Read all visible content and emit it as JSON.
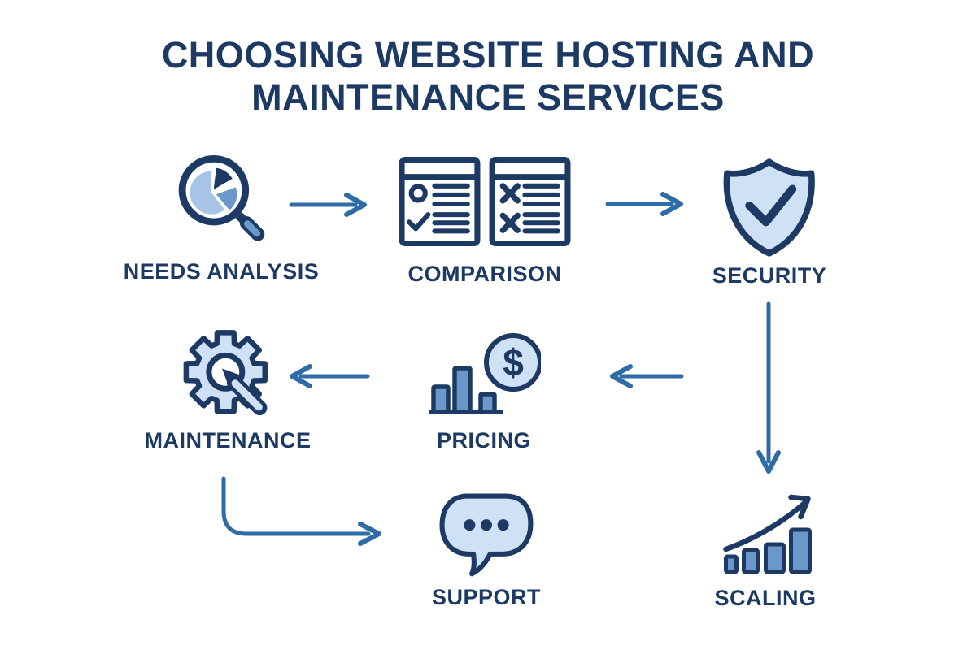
{
  "title": {
    "line1": "CHOOSING WEBSITE HOSTING AND",
    "line2": "MAINTENANCE SERVICES"
  },
  "palette": {
    "navy": "#1c3a64",
    "arrow": "#2f6ba5",
    "light_blue": "#cfe1f5",
    "pie_blue": "#a6c4e5",
    "mid_blue": "#6b98ca",
    "background": "#ffffff"
  },
  "nodes": [
    {
      "id": "needs-analysis",
      "label": "NEEDS ANALYSIS",
      "icon": "magnifier-pie-chart-icon"
    },
    {
      "id": "comparison",
      "label": "COMPARISON",
      "icon": "checklist-documents-icon"
    },
    {
      "id": "security",
      "label": "SECURITY",
      "icon": "shield-check-icon"
    },
    {
      "id": "maintenance",
      "label": "MAINTENANCE",
      "icon": "gear-tool-icon"
    },
    {
      "id": "pricing",
      "label": "PRICING",
      "icon": "bar-chart-dollar-coin-icon"
    },
    {
      "id": "support",
      "label": "SUPPORT",
      "icon": "speech-bubble-icon"
    },
    {
      "id": "scaling",
      "label": "SCALING",
      "icon": "growth-bars-arrow-icon"
    }
  ],
  "flow": {
    "connections": [
      {
        "from": "needs-analysis",
        "to": "comparison",
        "direction": "right"
      },
      {
        "from": "comparison",
        "to": "security",
        "direction": "right"
      },
      {
        "from": "security",
        "to": "scaling",
        "direction": "down"
      },
      {
        "from": "right-column",
        "to": "pricing",
        "direction": "left"
      },
      {
        "from": "pricing",
        "to": "maintenance",
        "direction": "left"
      },
      {
        "from": "maintenance",
        "to": "support",
        "direction": "down-right"
      }
    ]
  }
}
